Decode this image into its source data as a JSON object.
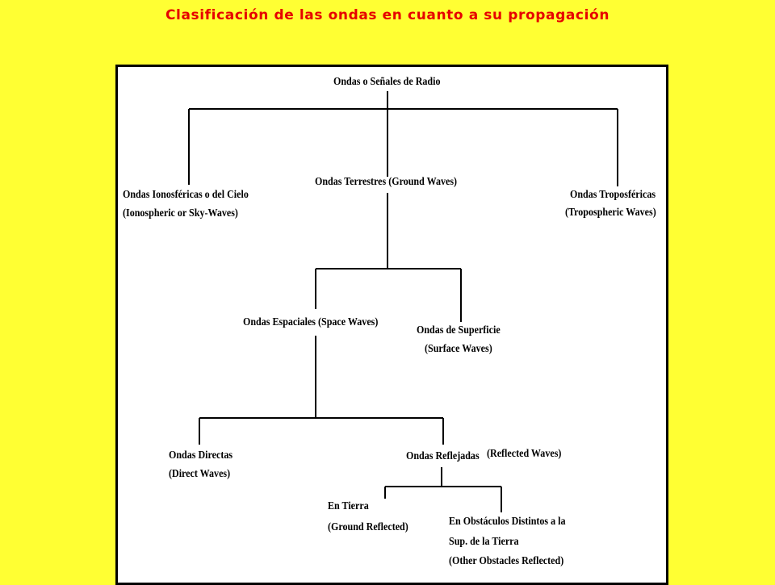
{
  "title": "Clasificación de las ondas en cuanto a su propagación",
  "nodes": {
    "root": "Ondas o Señales de Radio",
    "ionosphericEs": "Ondas Ionosféricas o del Cielo",
    "ionosphericEn": "(Ionospheric or Sky-Waves)",
    "terrestrial": "Ondas Terrestres (Ground Waves)",
    "troposphericEs": "Ondas Troposféricas",
    "troposphericEn": "(Tropospheric Waves)",
    "spatial": "Ondas Espaciales (Space Waves)",
    "surfaceEs": "Ondas de Superficie",
    "surfaceEn": "(Surface Waves)",
    "directEs": "Ondas Directas",
    "directEn": "(Direct Waves)",
    "reflectedEs": "Ondas Reflejadas",
    "reflectedEn": "(Reflected Waves)",
    "groundEs": "En Tierra",
    "groundEn": "(Ground Reflected)",
    "obstacles1": "En Obstáculos Distintos a la",
    "obstacles2": "Sup. de la Tierra",
    "obstaclesEn": "(Other Obstacles Reflected)"
  },
  "colors": {
    "background": "#ffff33",
    "title": "#e60000",
    "panel": "#ffffff",
    "ink": "#000000"
  }
}
